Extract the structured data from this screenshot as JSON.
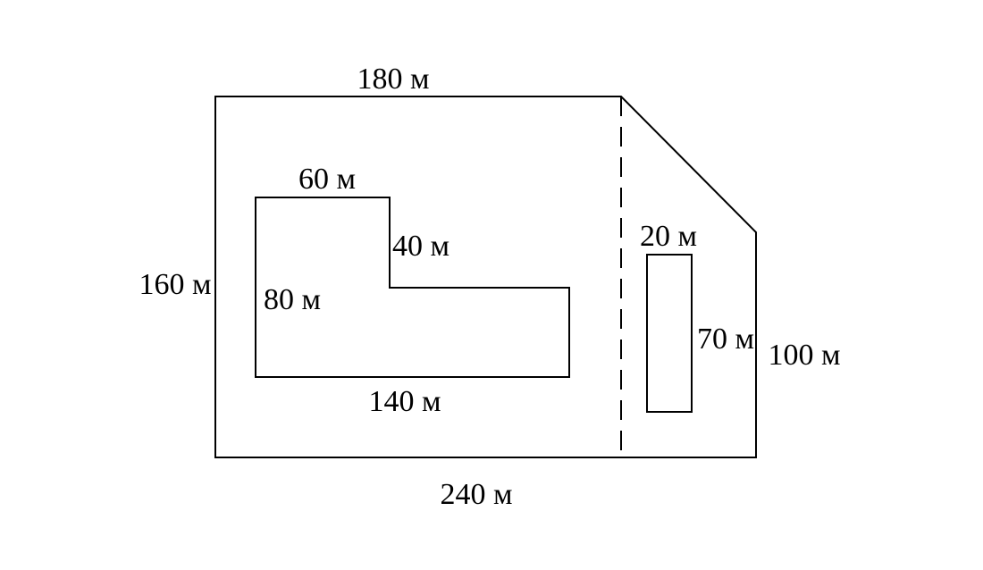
{
  "labels": {
    "top_width": "180 м",
    "bottom_width": "240 м",
    "left_height": "160 м",
    "right_height": "100 м",
    "l_top_width": "60 м",
    "l_step_height": "40 м",
    "l_left_height": "80 м",
    "l_bottom_width": "140 м",
    "rect_width": "20 м",
    "rect_height": "70 м"
  }
}
